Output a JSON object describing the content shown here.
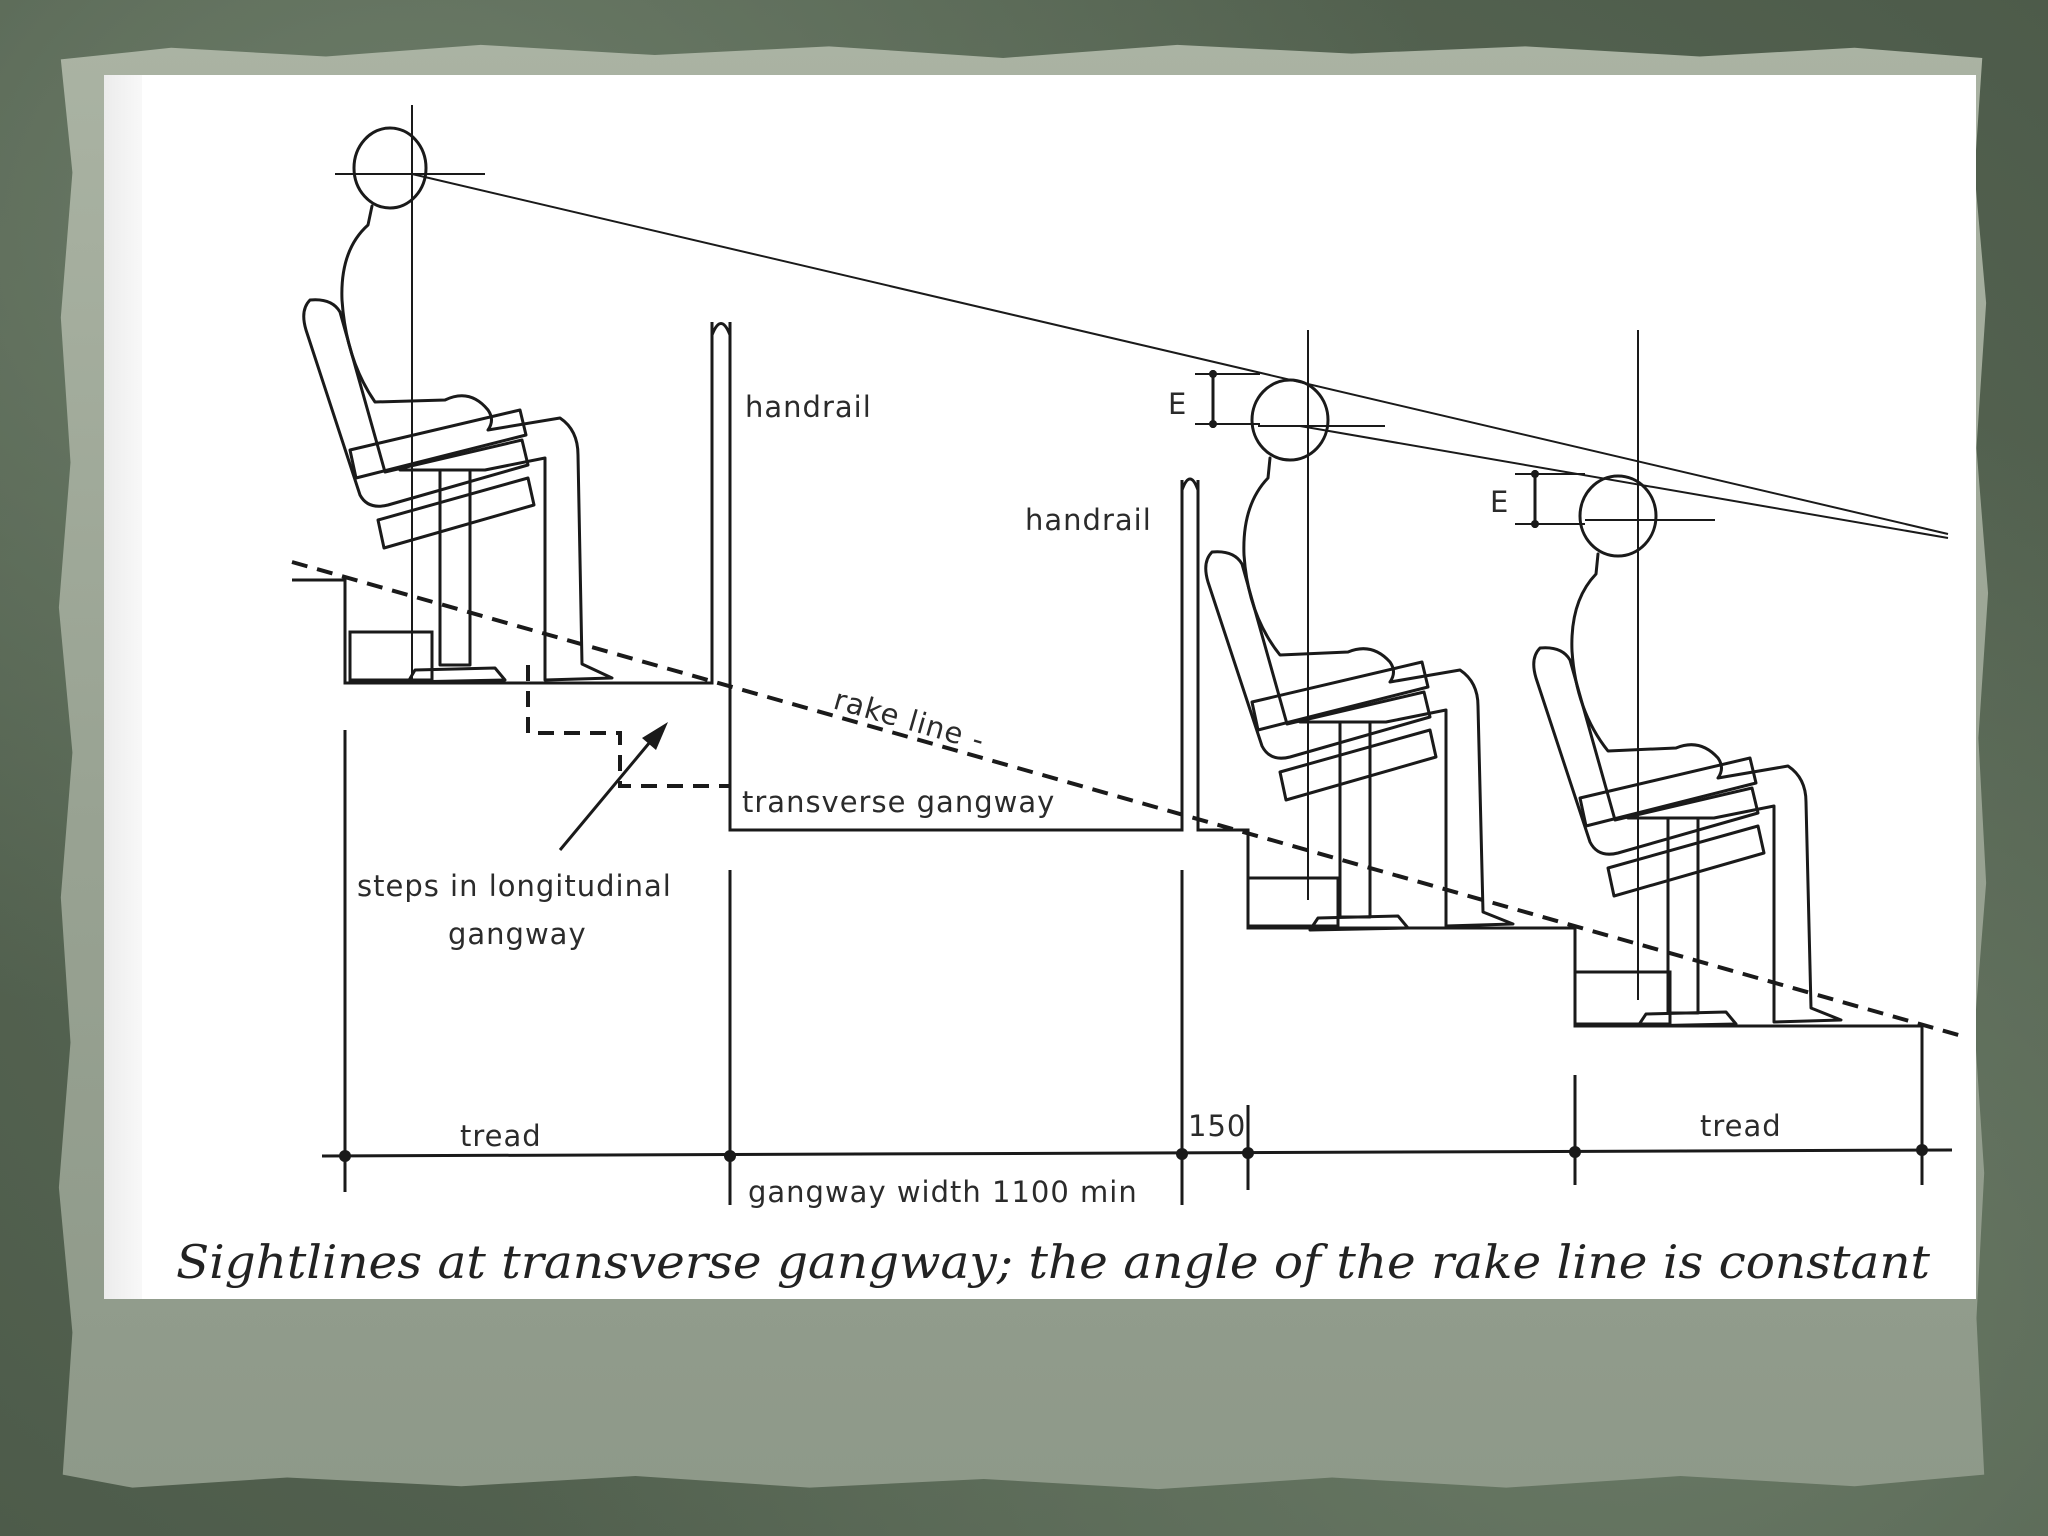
{
  "diagram": {
    "labels": {
      "handrail_upper": "handrail",
      "handrail_lower": "handrail",
      "rake_line": "rake line -",
      "transverse_gangway": "transverse   gangway",
      "steps_line1": "steps  in longitudinal",
      "steps_line2": "gangway",
      "tread_left": "tread",
      "tread_right": "tread",
      "dim_150": "150",
      "gangway_width": "gangway  width  1100  min",
      "e_upper": "E",
      "e_lower": "E"
    },
    "caption": "Sightlines  at  transverse  gangway;  the  angle  of  the  rake  line  is  constant"
  }
}
